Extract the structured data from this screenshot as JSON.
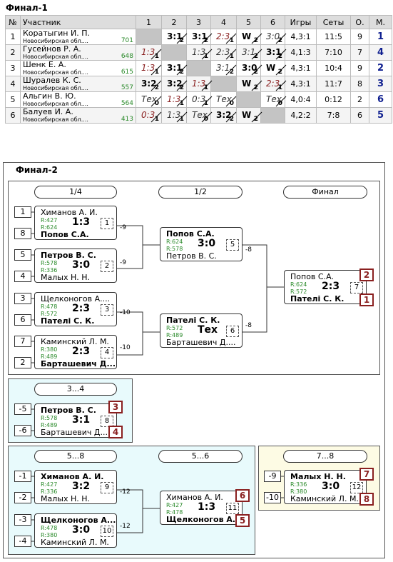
{
  "final1": {
    "title": "Финал-1",
    "headers": {
      "num": "№",
      "name": "Участник",
      "cols": [
        "1",
        "2",
        "3",
        "4",
        "5",
        "6"
      ],
      "games": "Игры",
      "sets": "Сеты",
      "points": "О.",
      "place": "М."
    },
    "rows": [
      {
        "num": "1",
        "name": "Коратыгин И. П.",
        "region": "Новосибирская обл....",
        "rating": "701",
        "cells": [
          null,
          {
            "m": "3:1",
            "p": "2",
            "t": "w"
          },
          {
            "m": "3:1",
            "p": "2",
            "t": "w"
          },
          {
            "m": "2:3",
            "p": "1",
            "t": "l"
          },
          {
            "m": "W",
            "p": "2",
            "t": "w"
          },
          {
            "m": "3:0",
            "p": "2",
            "t": "t"
          }
        ],
        "games": "4,3:1",
        "sets": "11:5",
        "points": "9",
        "place": "1"
      },
      {
        "num": "2",
        "name": "Гусейнов Р. А.",
        "region": "Новосибирская обл....",
        "rating": "648",
        "cells": [
          {
            "m": "1:3",
            "p": "1",
            "t": "l"
          },
          null,
          {
            "m": "1:3",
            "p": "1",
            "t": "t"
          },
          {
            "m": "2:3",
            "p": "1",
            "t": "t"
          },
          {
            "m": "3:1",
            "p": "2",
            "t": "t"
          },
          {
            "m": "3:1",
            "p": "2",
            "t": "w"
          }
        ],
        "games": "4,1:3",
        "sets": "7:10",
        "points": "7",
        "place": "4"
      },
      {
        "num": "3",
        "name": "Шенк Е. А.",
        "region": "Новосибирская обл....",
        "rating": "615",
        "cells": [
          {
            "m": "1:3",
            "p": "1",
            "t": "l"
          },
          {
            "m": "3:1",
            "p": "2",
            "t": "w"
          },
          null,
          {
            "m": "3:1",
            "p": "2",
            "t": "t"
          },
          {
            "m": "3:0",
            "p": "2",
            "t": "w"
          },
          {
            "m": "W",
            "p": "2",
            "t": "w"
          }
        ],
        "games": "4,3:1",
        "sets": "10:4",
        "points": "9",
        "place": "2"
      },
      {
        "num": "4",
        "name": "Шуралев К. С.",
        "region": "Новосибирская обл....",
        "rating": "557",
        "cells": [
          {
            "m": "3:2",
            "p": "2",
            "t": "w"
          },
          {
            "m": "3:2",
            "p": "2",
            "t": "w"
          },
          {
            "m": "1:3",
            "p": "1",
            "t": "l"
          },
          null,
          {
            "m": "W",
            "p": "2",
            "t": "w"
          },
          {
            "m": "2:3",
            "p": "1",
            "t": "l"
          }
        ],
        "games": "4,3:1",
        "sets": "11:7",
        "points": "8",
        "place": "3"
      },
      {
        "num": "5",
        "name": "Альгин В. Ю.",
        "region": "Новосибирская обл....",
        "rating": "564",
        "cells": [
          {
            "m": "Тех",
            "p": "0",
            "t": "t"
          },
          {
            "m": "1:3",
            "p": "1",
            "t": "l"
          },
          {
            "m": "0:3",
            "p": "1",
            "t": "t"
          },
          {
            "m": "Тех",
            "p": "0",
            "t": "t"
          },
          null,
          {
            "m": "Тех",
            "p": "0",
            "t": "t"
          }
        ],
        "games": "4,0:4",
        "sets": "0:12",
        "points": "2",
        "place": "6"
      },
      {
        "num": "6",
        "name": "Балуев И. А.",
        "region": "Новосибирская обл....",
        "rating": "413",
        "cells": [
          {
            "m": "0:3",
            "p": "1",
            "t": "l"
          },
          {
            "m": "1:3",
            "p": "1",
            "t": "t"
          },
          {
            "m": "Тех",
            "p": "0",
            "t": "t"
          },
          {
            "m": "3:2",
            "p": "2",
            "t": "w"
          },
          {
            "m": "W",
            "p": "2",
            "t": "w"
          },
          null
        ],
        "games": "4,2:2",
        "sets": "7:8",
        "points": "6",
        "place": "5"
      }
    ]
  },
  "final2": {
    "title": "Финал-2",
    "rounds": {
      "r1": "1/4",
      "r2": "1/2",
      "r3": "Финал",
      "b34": "3...4",
      "b58": "5...8",
      "b56": "5...6",
      "b78": "7...8"
    },
    "seeds": [
      "1",
      "8",
      "5",
      "4",
      "3",
      "6",
      "7",
      "2",
      "-5",
      "-6",
      "-1",
      "-2",
      "-3",
      "-4",
      "-9",
      "-10"
    ],
    "matches": [
      {
        "top": "Химанов А. И.",
        "bot": "Попов С.А.",
        "r1": "R:427",
        "r2": "R:624",
        "score": "1:3",
        "num": "1",
        "win": "bot",
        "next": "-9"
      },
      {
        "top": "Петров В. С.",
        "bot": "Малых Н. Н.",
        "r1": "R:578",
        "r2": "R:336",
        "score": "3:0",
        "num": "2",
        "win": "top",
        "next": "-9"
      },
      {
        "top": "Щелконогов А....",
        "bot": "Пателі С. К.",
        "r1": "R:478",
        "r2": "R:572",
        "score": "2:3",
        "num": "3",
        "win": "bot",
        "next": "-10"
      },
      {
        "top": "Каминский Л. М.",
        "bot": "Барташевич Д....",
        "r1": "R:380",
        "r2": "R:489",
        "score": "2:3",
        "num": "4",
        "win": "bot",
        "next": "-10"
      },
      {
        "top": "Попов С.А.",
        "bot": "Петров В. С.",
        "r1": "R:624",
        "r2": "R:578",
        "score": "3:0",
        "num": "5",
        "win": "top",
        "next": "-8"
      },
      {
        "top": "Пателі С. К.",
        "bot": "Барташевич Д....",
        "r1": "R:572",
        "r2": "R:489",
        "score": "Тех",
        "num": "6",
        "win": "top",
        "next": "-8"
      },
      {
        "top": "Попов С.А.",
        "bot": "Пателі С. К.",
        "r1": "R:624",
        "r2": "R:572",
        "score": "2:3",
        "num": "7",
        "win": "bot",
        "p1": "2",
        "p2": "1"
      },
      {
        "top": "Петров В. С.",
        "bot": "Барташевич Д....",
        "r1": "R:578",
        "r2": "R:489",
        "score": "3:1",
        "num": "8",
        "win": "top",
        "p1": "3",
        "p2": "4"
      },
      {
        "top": "Химанов А. И.",
        "bot": "Малых Н. Н.",
        "r1": "R:427",
        "r2": "R:336",
        "score": "3:2",
        "num": "9",
        "win": "top",
        "next": "-12"
      },
      {
        "top": "Щелконогов А....",
        "bot": "Каминский Л. М.",
        "r1": "R:478",
        "r2": "R:380",
        "score": "3:0",
        "num": "10",
        "win": "top",
        "next": "-12"
      },
      {
        "top": "Химанов А. И.",
        "bot": "Щелконогов А....",
        "r1": "R:427",
        "r2": "R:478",
        "score": "1:3",
        "num": "11",
        "win": "bot",
        "p1": "6",
        "p2": "5"
      },
      {
        "top": "Малых Н. Н.",
        "bot": "Каминский Л. М.",
        "r1": "R:336",
        "r2": "R:380",
        "score": "3:0",
        "num": "12",
        "win": "top",
        "p1": "7",
        "p2": "8"
      }
    ]
  }
}
